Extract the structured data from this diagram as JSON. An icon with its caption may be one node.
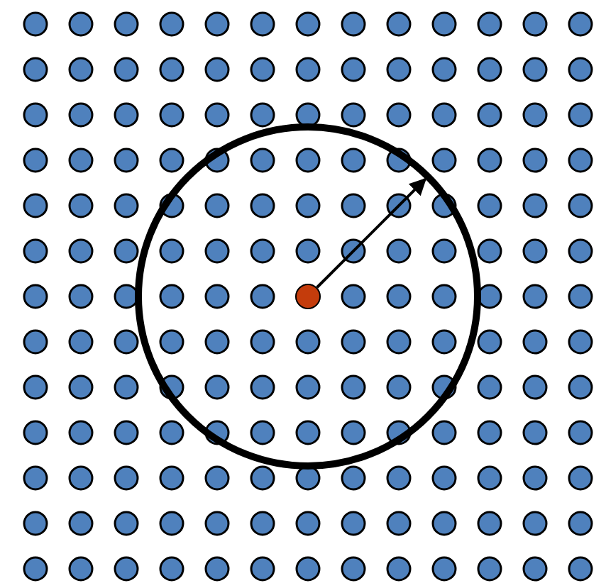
{
  "diagram": {
    "nodes": [
      {
        "text": [],
        "shape": "circle"
      },
      {
        "text": [],
        "shape": "circle",
        "in": 0
      }
    ],
    "edges": [
      {
        "from": 1,
        "to": 0,
        "arrow": "to"
      }
    ]
  }
}
